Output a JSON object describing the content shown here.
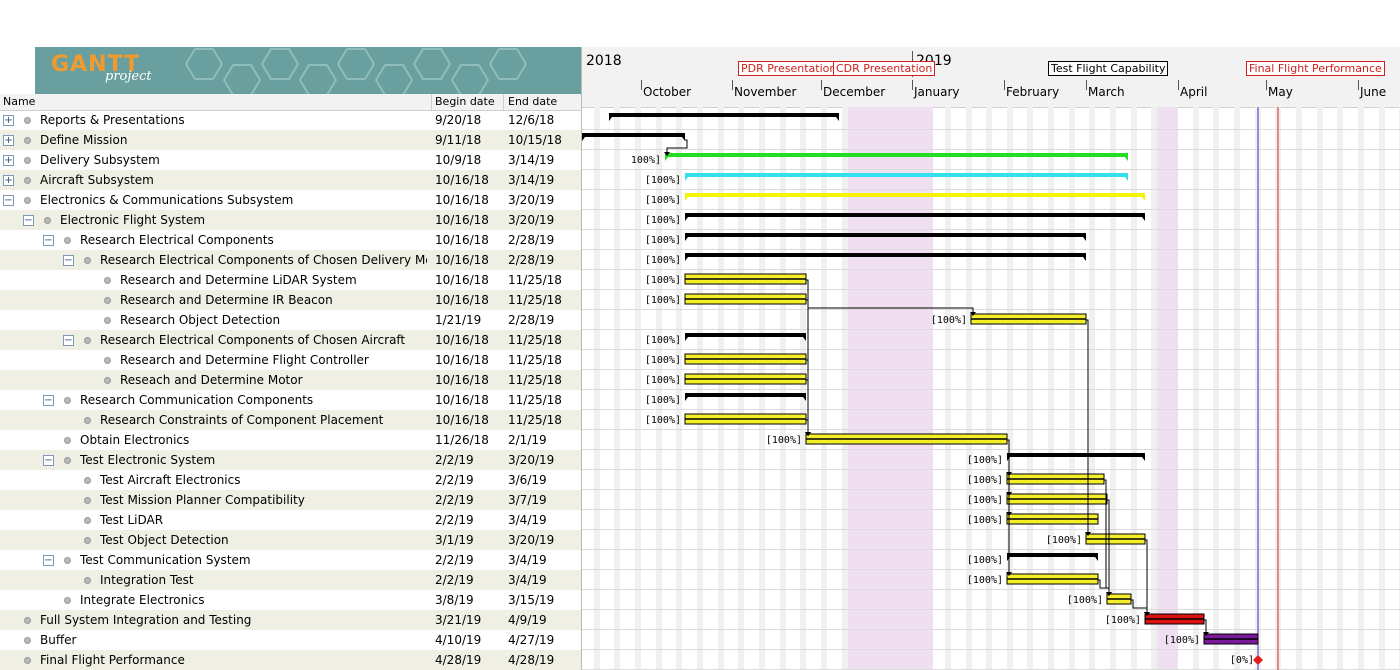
{
  "app": {
    "logo_text": "GANTT",
    "logo_sub": "project"
  },
  "columns": {
    "name": "Name",
    "begin": "Begin date",
    "end": "End date"
  },
  "timeline": {
    "years": [
      "2018",
      "2019"
    ],
    "months": [
      "October",
      "November",
      "December",
      "January",
      "February",
      "March",
      "April",
      "May",
      "June"
    ],
    "milestone_labels": [
      {
        "label": "PDR Presentation",
        "color": "#d02020"
      },
      {
        "label": "CDR Presentation",
        "color": "#d02020"
      },
      {
        "label": "Test Flight Capability",
        "color": "#000000"
      },
      {
        "label": "Final Flight Performance",
        "color": "#d02020"
      }
    ]
  },
  "tasks": [
    {
      "name": "Reports & Presentations",
      "begin": "9/20/18",
      "end": "12/6/18",
      "level": 0,
      "expander": "+",
      "progress": ""
    },
    {
      "name": "Define Mission",
      "begin": "9/11/18",
      "end": "10/15/18",
      "level": 0,
      "expander": "+",
      "progress": ""
    },
    {
      "name": "Delivery Subsystem",
      "begin": "10/9/18",
      "end": "3/14/19",
      "level": 0,
      "expander": "+",
      "progress": "100%]"
    },
    {
      "name": "Aircraft Subsystem",
      "begin": "10/16/18",
      "end": "3/14/19",
      "level": 0,
      "expander": "+",
      "progress": "[100%]"
    },
    {
      "name": "Electronics & Communications Subsystem",
      "begin": "10/16/18",
      "end": "3/20/19",
      "level": 0,
      "expander": "-",
      "progress": "[100%]"
    },
    {
      "name": "Electronic Flight System",
      "begin": "10/16/18",
      "end": "3/20/19",
      "level": 1,
      "expander": "-",
      "progress": "[100%]"
    },
    {
      "name": "Research Electrical Components",
      "begin": "10/16/18",
      "end": "2/28/19",
      "level": 2,
      "expander": "-",
      "progress": "[100%]"
    },
    {
      "name": "Research Electrical Components of Chosen Delivery Me...",
      "begin": "10/16/18",
      "end": "2/28/19",
      "level": 3,
      "expander": "-",
      "progress": "[100%]"
    },
    {
      "name": "Research and Determine LiDAR System",
      "begin": "10/16/18",
      "end": "11/25/18",
      "level": 4,
      "expander": "",
      "progress": "[100%]"
    },
    {
      "name": "Research and Determine IR Beacon",
      "begin": "10/16/18",
      "end": "11/25/18",
      "level": 4,
      "expander": "",
      "progress": "[100%]"
    },
    {
      "name": "Research Object Detection",
      "begin": "1/21/19",
      "end": "2/28/19",
      "level": 4,
      "expander": "",
      "progress": "[100%]"
    },
    {
      "name": "Research Electrical Components of Chosen Aircraft",
      "begin": "10/16/18",
      "end": "11/25/18",
      "level": 3,
      "expander": "-",
      "progress": "[100%]"
    },
    {
      "name": "Research and Determine Flight Controller",
      "begin": "10/16/18",
      "end": "11/25/18",
      "level": 4,
      "expander": "",
      "progress": "[100%]"
    },
    {
      "name": "Reseach and Determine Motor",
      "begin": "10/16/18",
      "end": "11/25/18",
      "level": 4,
      "expander": "",
      "progress": "[100%]"
    },
    {
      "name": "Research Communication Components",
      "begin": "10/16/18",
      "end": "11/25/18",
      "level": 2,
      "expander": "-",
      "progress": "[100%]"
    },
    {
      "name": "Research Constraints of Component Placement",
      "begin": "10/16/18",
      "end": "11/25/18",
      "level": 3,
      "expander": "",
      "progress": "[100%]"
    },
    {
      "name": "Obtain Electronics",
      "begin": "11/26/18",
      "end": "2/1/19",
      "level": 2,
      "expander": "",
      "progress": "[100%]"
    },
    {
      "name": "Test Electronic System",
      "begin": "2/2/19",
      "end": "3/20/19",
      "level": 2,
      "expander": "-",
      "progress": "[100%]"
    },
    {
      "name": "Test Aircraft Electronics",
      "begin": "2/2/19",
      "end": "3/6/19",
      "level": 3,
      "expander": "",
      "progress": "[100%]"
    },
    {
      "name": "Test Mission Planner Compatibility",
      "begin": "2/2/19",
      "end": "3/7/19",
      "level": 3,
      "expander": "",
      "progress": "[100%]"
    },
    {
      "name": "Test LiDAR",
      "begin": "2/2/19",
      "end": "3/4/19",
      "level": 3,
      "expander": "",
      "progress": "[100%]"
    },
    {
      "name": "Test Object Detection",
      "begin": "3/1/19",
      "end": "3/20/19",
      "level": 3,
      "expander": "",
      "progress": "[100%]"
    },
    {
      "name": "Test Communication System",
      "begin": "2/2/19",
      "end": "3/4/19",
      "level": 2,
      "expander": "-",
      "progress": "[100%]"
    },
    {
      "name": "Integration Test",
      "begin": "2/2/19",
      "end": "3/4/19",
      "level": 3,
      "expander": "",
      "progress": "[100%]"
    },
    {
      "name": "Integrate Electronics",
      "begin": "3/8/19",
      "end": "3/15/19",
      "level": 2,
      "expander": "",
      "progress": "[100%]"
    },
    {
      "name": "Full System Integration and Testing",
      "begin": "3/21/19",
      "end": "4/9/19",
      "level": 0,
      "expander": "",
      "progress": "[100%]"
    },
    {
      "name": "Buffer",
      "begin": "4/10/19",
      "end": "4/27/19",
      "level": 0,
      "expander": "",
      "progress": "[100%]"
    },
    {
      "name": "Final Flight Performance",
      "begin": "4/28/19",
      "end": "4/28/19",
      "level": 0,
      "expander": "",
      "progress": "[0%]"
    }
  ],
  "bar_styles": {
    "summary_color": "#000000",
    "task_color": "#f5ef2a",
    "delivery_color": "#22dd22",
    "aircraft_color": "#33e0f0",
    "ecs_color": "#f5f500",
    "integration_color": "#dd1111",
    "buffer_color": "#7a1a9a",
    "milestone_color": "#e02020",
    "holiday_color": "#f0dff0",
    "today_line_color": "#3333cc",
    "deadline_line_color": "#cc2222"
  }
}
